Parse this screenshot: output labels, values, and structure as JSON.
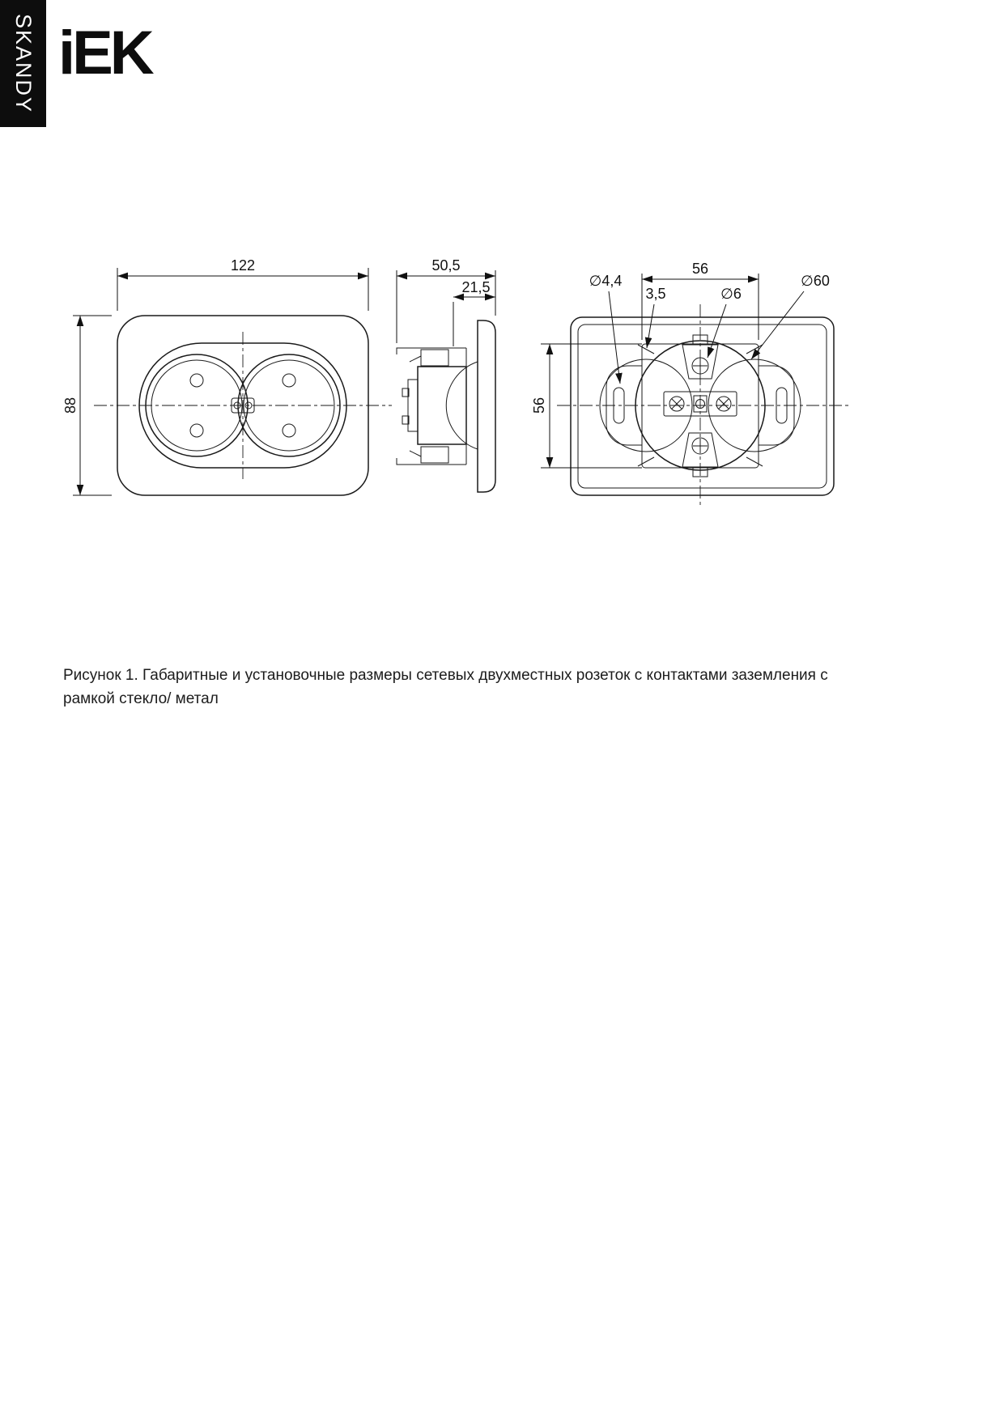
{
  "banner": {
    "series": "SKANDY"
  },
  "logo": {
    "brand": "iEK"
  },
  "drawing": {
    "front_view": {
      "width": "122",
      "height": "88"
    },
    "side_view": {
      "depth": "50,5",
      "front_depth": "21,5"
    },
    "back_view": {
      "mount_width": "56",
      "mount_height": "56",
      "claw_hole_dia": "∅4,4",
      "claw_offset": "3,5",
      "screw_dia": "∅6",
      "box_dia": "∅60"
    }
  },
  "caption": {
    "lines": [
      "Рисунок 1. Габаритные и установочные размеры сетевых двухместных розеток с контактами заземления с",
      "рамкой стекло/ метал"
    ]
  }
}
